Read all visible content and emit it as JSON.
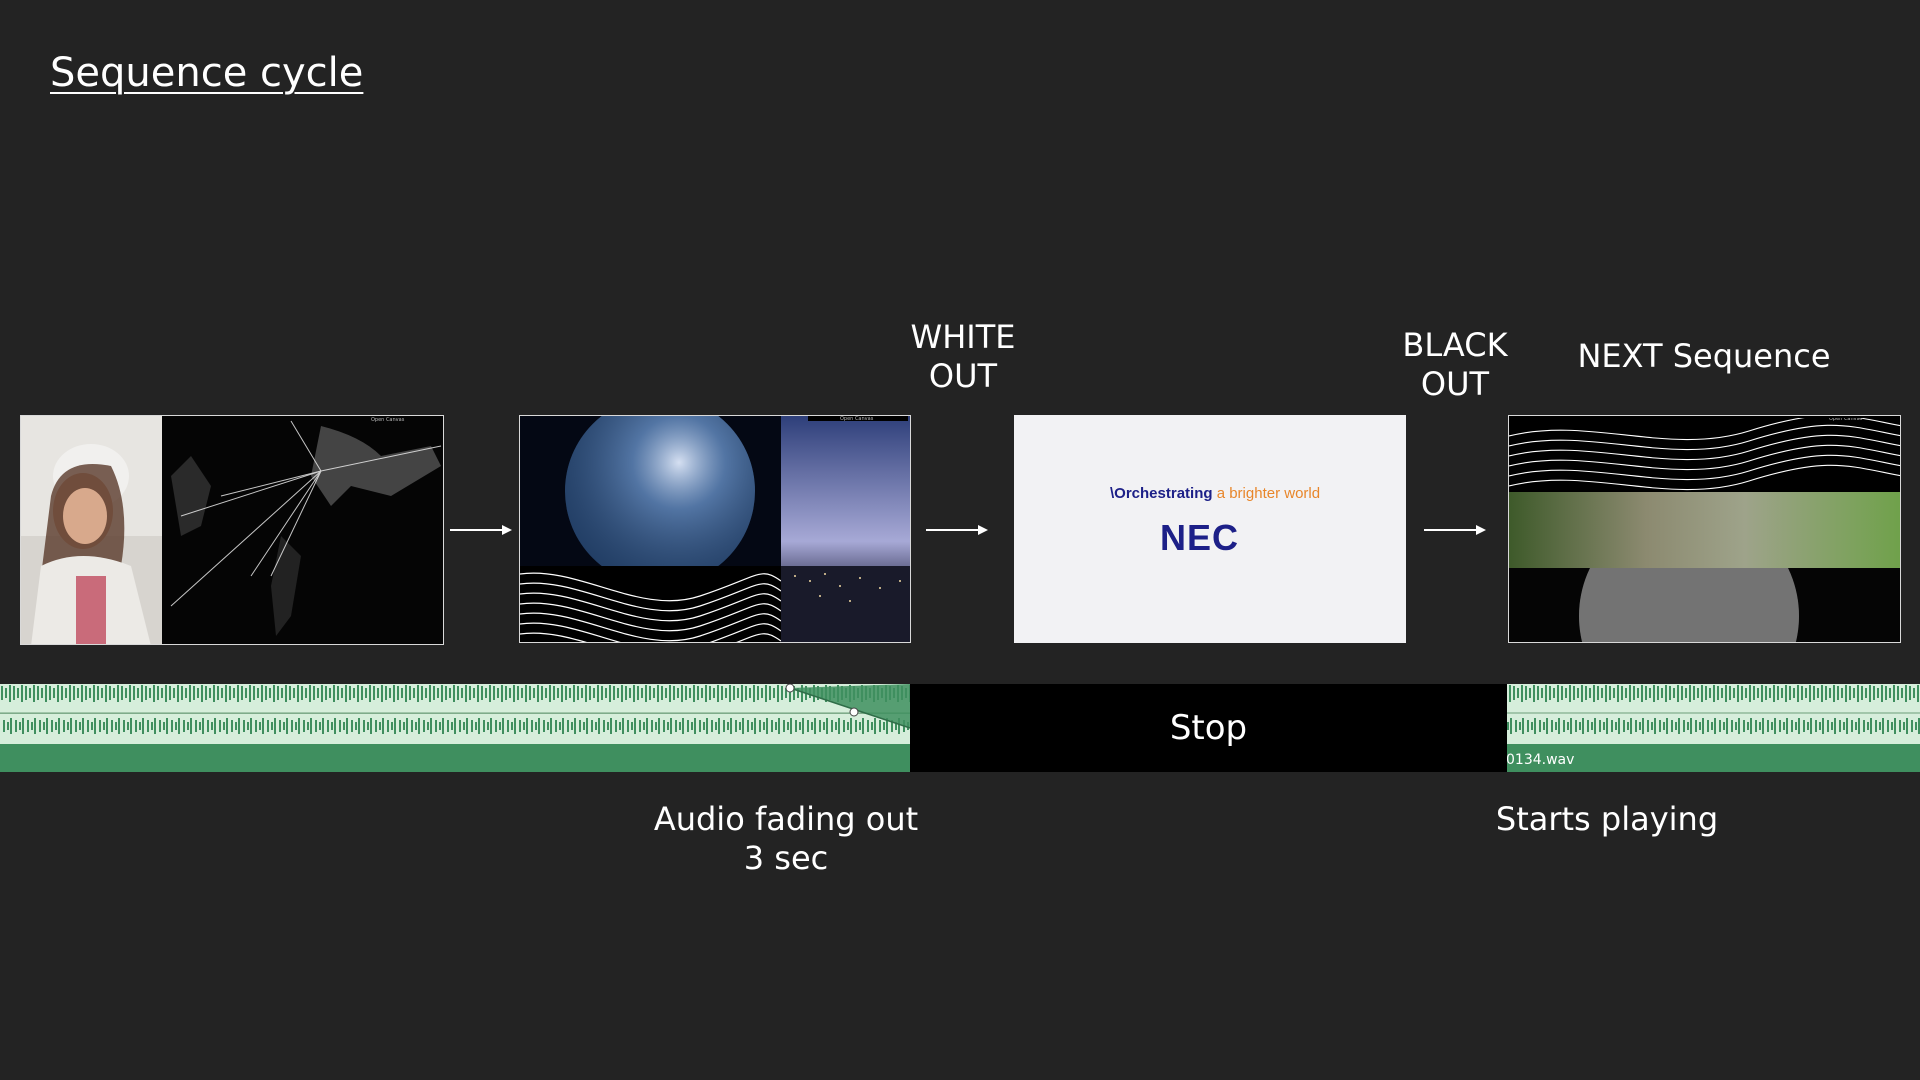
{
  "title": "Sequence cycle",
  "labels": {
    "white_out_1": "WHITE",
    "white_out_2": "OUT",
    "black_out_1": "BLACK",
    "black_out_2": "OUT",
    "next_sequence": "NEXT Sequence",
    "audio_fading_1": "Audio fading out",
    "audio_fading_2": "3 sec",
    "starts_playing": "Starts playing",
    "stop": "Stop"
  },
  "slides": {
    "slide1": {
      "corner_text": "Open Canvas"
    },
    "slide2": {
      "corner_text": "Open Canvas"
    },
    "slide3": {
      "tagline_prefix": "\\Orchestrating",
      "tagline_suffix": " a brighter world",
      "logo": "NEC"
    },
    "slide4": {
      "corner_text": "Open Canvas"
    }
  },
  "audio": {
    "file_name": "0134.wav",
    "fade_duration": "3 sec"
  },
  "colors": {
    "background": "#232323",
    "waveform": "#3f8f5f",
    "waveform_light": "#d6eedb",
    "nec_blue": "#1d2088",
    "tagline_orange": "#e8862a"
  },
  "icons": [
    "arrow-right-icon",
    "arrow-right-icon",
    "arrow-right-icon",
    "fade-keyframe-icon"
  ]
}
